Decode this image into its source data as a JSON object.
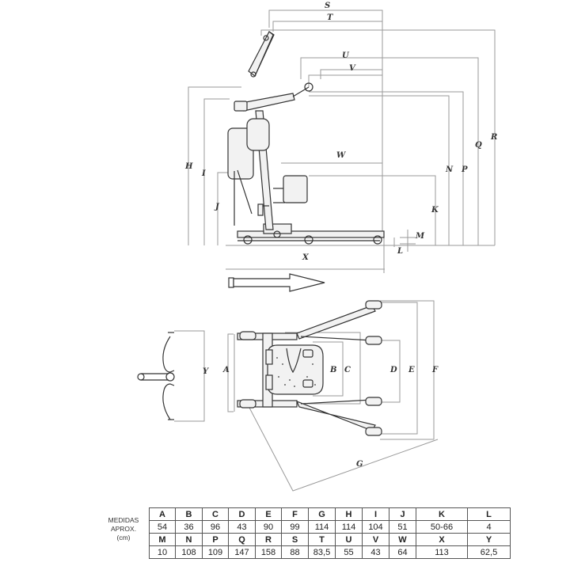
{
  "dimension_letters": {
    "side": [
      "S",
      "T",
      "U",
      "V",
      "W",
      "H",
      "I",
      "J",
      "K",
      "N",
      "P",
      "Q",
      "R",
      "M",
      "L",
      "X"
    ],
    "front": [
      "A",
      "B",
      "C",
      "D",
      "E",
      "F",
      "G",
      "Y"
    ]
  },
  "table": {
    "row_label": [
      "MEDIDAS",
      "APROX.",
      "(cm)"
    ],
    "row1": {
      "letters": [
        "A",
        "B",
        "C",
        "D",
        "E",
        "F",
        "G",
        "H",
        "I",
        "J",
        "K",
        "L"
      ],
      "values": [
        "54",
        "36",
        "96",
        "43",
        "90",
        "99",
        "114",
        "114",
        "104",
        "51",
        "50-66",
        "4"
      ]
    },
    "row2": {
      "letters": [
        "M",
        "N",
        "P",
        "Q",
        "R",
        "S",
        "T",
        "U",
        "V",
        "W",
        "X",
        "Y"
      ],
      "values": [
        "10",
        "108",
        "109",
        "147",
        "158",
        "88",
        "83,5",
        "55",
        "43",
        "64",
        "113",
        "62,5"
      ]
    }
  }
}
